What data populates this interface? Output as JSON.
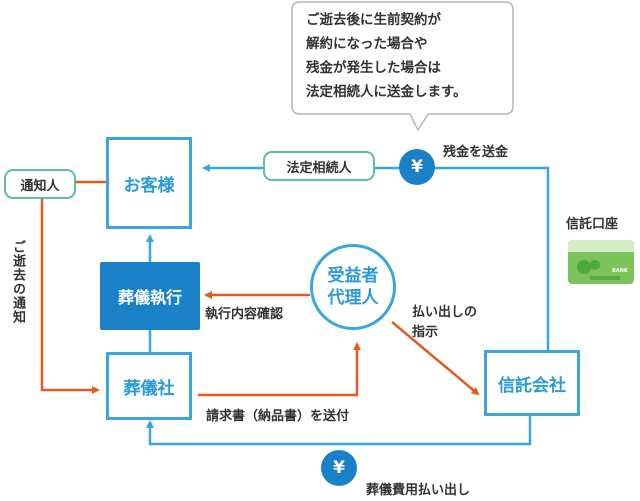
{
  "callout": {
    "line1": "ご逝去後に生前契約が",
    "line2": "解約になった場合や",
    "line3": "残金が発生した場合は",
    "line4": "法定相続人に送金します。"
  },
  "nodes": {
    "customer": "お客様",
    "notifier": "通知人",
    "funeral_exec": "葬儀執行",
    "funeral_company": "葬儀社",
    "agent_line1": "受益者",
    "agent_line2": "代理人",
    "trust_company": "信託会社",
    "legal_heir": "法定相続人"
  },
  "labels": {
    "remittance": "残金を送金",
    "trust_account": "信託口座",
    "death_notice": "ご逝去の通知",
    "exec_confirm": "執行内容確認",
    "payout_line1": "払い出しの",
    "payout_line2": "指示",
    "invoice": "請求書（納品書）を送付",
    "expense_payout": "葬儀費用払い出し"
  },
  "icons": {
    "yen_top": "¥",
    "yen_bottom": "¥",
    "card_text": "BANK"
  },
  "colors": {
    "blue_line": "#3aa6dc",
    "orange_line": "#e35a22",
    "dark_blue": "#1a80c8",
    "green_border": "#5cbf9e"
  }
}
